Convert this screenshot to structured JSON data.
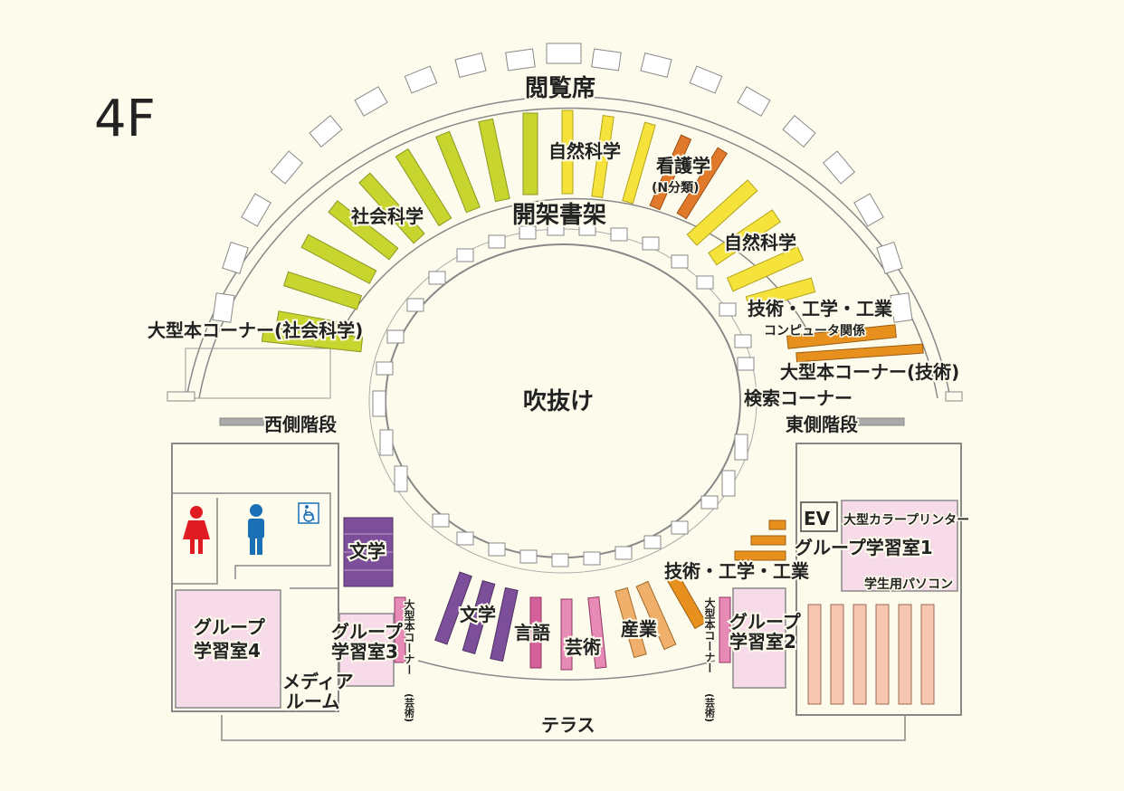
{
  "floor": "4F",
  "labels": {
    "reading_seats": "閲覧席",
    "open_stacks": "開架書架",
    "atrium": "吹抜け",
    "natural_science_top": "自然科学",
    "natural_science_right": "自然科学",
    "nursing": "看護学",
    "nursing_class": "(N分類)",
    "social_science": "社会科学",
    "oversize_social": "大型本コーナー(社会科学)",
    "tech_eng_top": "技術・工学・工業",
    "computer": "コンピュータ関係",
    "oversize_tech": "大型本コーナー(技術)",
    "search_corner": "検索コーナー",
    "west_stairs": "西側階段",
    "east_stairs": "東側階段",
    "ev": "EV",
    "color_printer": "大型カラープリンター",
    "group_room_1": "グループ学習室1",
    "student_pc": "学生用パソコン",
    "tech_eng_bottom": "技術・工学・工業",
    "literature_block": "文学",
    "literature": "文学",
    "language": "言語",
    "arts": "芸術",
    "industry": "産業",
    "group_room_4_line1": "グループ",
    "group_room_4_line2": "学習室4",
    "group_room_3_line1": "グループ",
    "group_room_3_line2": "学習室3",
    "group_room_2_line1": "グループ",
    "group_room_2_line2": "学習室2",
    "media_room_line1": "メディア",
    "media_room_line2": "ルーム",
    "oversize_arts_left": "大型本コーナー",
    "oversize_arts_left_sub": "(芸術)",
    "oversize_arts_right": "大型本コーナー",
    "oversize_arts_right_sub": "(芸術)",
    "terrace": "テラス"
  },
  "icons": [
    "female-restroom-icon",
    "male-restroom-icon",
    "wheelchair-icon"
  ],
  "colors": {
    "background": "#fdfcec",
    "social_science": "#c9d52f",
    "natural_science": "#f5e23a",
    "nursing": "#e07a2a",
    "tech": "#e8901e",
    "literature": "#7d4f9b",
    "language_arts": "#d4609a",
    "industry": "#f0b06c",
    "group_room": "#f8dbe8",
    "pc_desk": "#f7c6b0",
    "female": "#e11b22",
    "male": "#1a6fb5",
    "accessible": "#1a6fb5"
  }
}
